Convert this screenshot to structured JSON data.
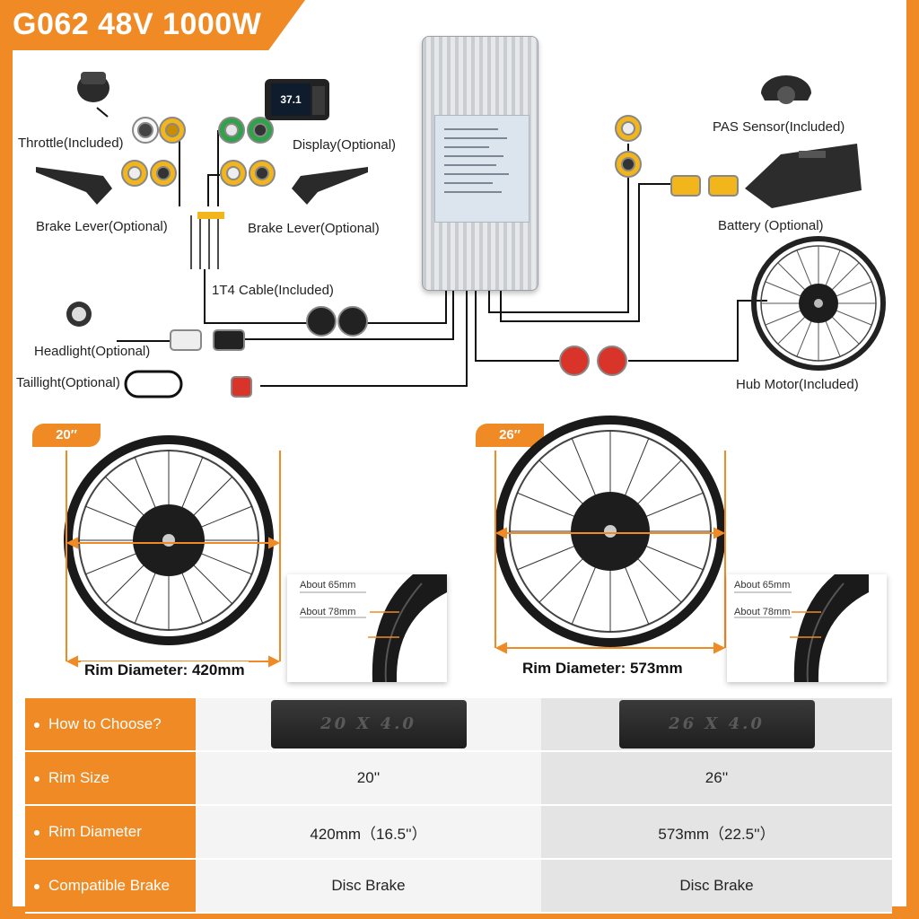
{
  "title": "G062 48V 1000W",
  "components": {
    "throttle": "Throttle(Included)",
    "display": "Display(Optional)",
    "brake_left": "Brake Lever(Optional)",
    "brake_right": "Brake Lever(Optional)",
    "cable": "1T4 Cable(Included)",
    "headlight": "Headlight(Optional)",
    "taillight": "Taillight(Optional)",
    "pas": "PAS Sensor(Included)",
    "battery": "Battery (Optional)",
    "hub": "Hub Motor(Included)"
  },
  "wheels": [
    {
      "size": "20″",
      "rim_label": "Rim Diameter: 420mm"
    },
    {
      "size": "26″",
      "rim_label": "Rim Diameter: 573mm"
    }
  ],
  "callout": {
    "width1": "About 65mm",
    "width2": "About 78mm"
  },
  "table": {
    "rows": [
      {
        "label": "How to Choose?",
        "a": "20 X 4.0",
        "b": "26 X 4.0"
      },
      {
        "label": "Rim Size",
        "a": "20''",
        "b": "26''"
      },
      {
        "label": "Rim Diameter",
        "a": "420mm（16.5''）",
        "b": "573mm（22.5''）"
      },
      {
        "label": "Compatible Brake",
        "a": "Disc Brake",
        "b": "Disc Brake"
      }
    ]
  },
  "colors": {
    "accent": "#f08a24",
    "connector_yellow": "#f2b51c",
    "connector_green": "#2fa24a",
    "connector_red": "#d8342a"
  },
  "display_readout": "37.1"
}
